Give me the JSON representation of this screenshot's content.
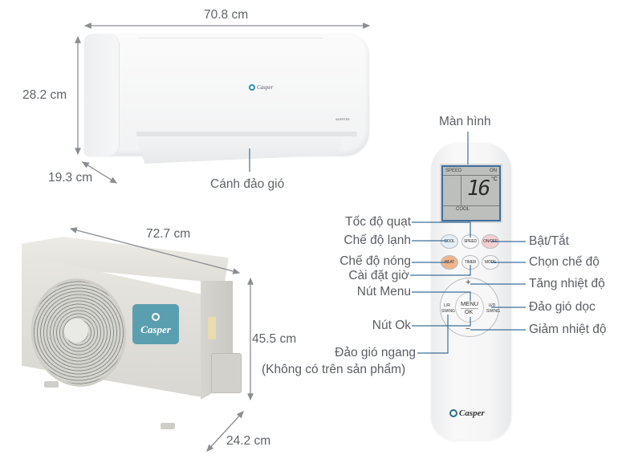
{
  "indoor_unit": {
    "width_label": "70.8 cm",
    "height_label": "28.2 cm",
    "depth_label": "19.3 cm",
    "flap_label": "Cánh đảo gió",
    "brand": "Casper",
    "badge": "INVERTER"
  },
  "outdoor_unit": {
    "width_label": "72.7 cm",
    "height_label": "45.5 cm",
    "depth_label": "24.2 cm",
    "brand": "Casper"
  },
  "remote": {
    "brand": "Casper",
    "screen": {
      "temperature": "16",
      "unit": "°C",
      "top_left": "SPEED",
      "top_right": "ON",
      "mode": "COOL"
    },
    "buttons": {
      "cool": "COOL",
      "speed": "SPEED",
      "onoff": "ON/OFF",
      "heat": "HEAT",
      "timer": "TIMER",
      "mode": "MODE",
      "plus": "+",
      "menu": "MENU",
      "ok": "OK",
      "minus": "−",
      "lr_swing_1": "L/R",
      "lr_swing_2": "SWING",
      "ud_swing_1": "U/D",
      "ud_swing_2": "SWING"
    },
    "labels": {
      "screen": "Màn hình",
      "fan_speed": "Tốc độ quạt",
      "cool_mode": "Chế độ lạnh",
      "heat_mode": "Chế độ nóng",
      "timer": "Cài đặt giờ",
      "menu": "Nút Menu",
      "ok": "Nút Ok",
      "horizontal_swing": "Đảo gió ngang",
      "horizontal_swing_note": "(Không có trên sản phẩm)",
      "power": "Bật/Tắt",
      "mode_select": "Chọn chế độ",
      "temp_up": "Tăng nhiệt độ",
      "vertical_swing": "Đảo gió dọc",
      "temp_down": "Giảm nhiệt độ"
    }
  },
  "colors": {
    "leader_line": "#3f6f9a",
    "dimension_arrow": "#8a8d91",
    "outdoor_logo_bg": "#5a9fb0",
    "heat_button": "#f0b48c",
    "onoff_button": "#f3cfd2",
    "cool_button": "#e3eef6"
  }
}
